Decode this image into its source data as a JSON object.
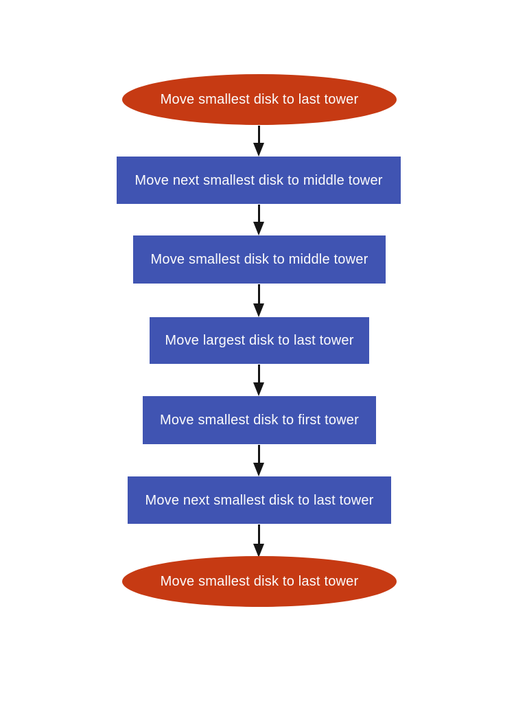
{
  "diagram": {
    "type": "flowchart",
    "colors": {
      "terminal": "#c63a13",
      "process": "#4054b2",
      "arrow": "#161616",
      "text": "#fbfbfb",
      "background": "#ffffff"
    },
    "nodes": [
      {
        "type": "terminal-ellipse",
        "label": "Move smallest disk to last tower"
      },
      {
        "type": "process-rectangle",
        "label": "Move next smallest disk to middle tower"
      },
      {
        "type": "process-rectangle",
        "label": "Move smallest disk to middle tower"
      },
      {
        "type": "process-rectangle",
        "label": "Move largest disk to last tower"
      },
      {
        "type": "process-rectangle",
        "label": "Move smallest disk to first tower"
      },
      {
        "type": "process-rectangle",
        "label": "Move next smallest disk to last tower"
      },
      {
        "type": "terminal-ellipse",
        "label": "Move smallest disk to last tower"
      }
    ],
    "connectors": [
      {
        "from": 0,
        "to": 1
      },
      {
        "from": 1,
        "to": 2
      },
      {
        "from": 2,
        "to": 3
      },
      {
        "from": 3,
        "to": 4
      },
      {
        "from": 4,
        "to": 5
      },
      {
        "from": 5,
        "to": 6
      }
    ]
  }
}
